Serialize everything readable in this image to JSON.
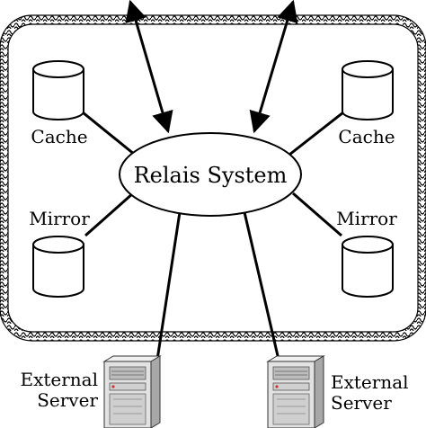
{
  "diagram": {
    "center": {
      "label": "Relais System"
    },
    "stores": [
      {
        "id": "cache-left",
        "label": "Cache"
      },
      {
        "id": "cache-right",
        "label": "Cache"
      },
      {
        "id": "mirror-left",
        "label": "Mirror"
      },
      {
        "id": "mirror-right",
        "label": "Mirror"
      }
    ],
    "servers": [
      {
        "id": "server-left",
        "line1": "External",
        "line2": "Server"
      },
      {
        "id": "server-right",
        "line1": "External",
        "line2": "Server"
      }
    ],
    "icons": [
      "database-cylinder-icon",
      "server-tower-icon",
      "bidirectional-arrow-icon"
    ]
  }
}
